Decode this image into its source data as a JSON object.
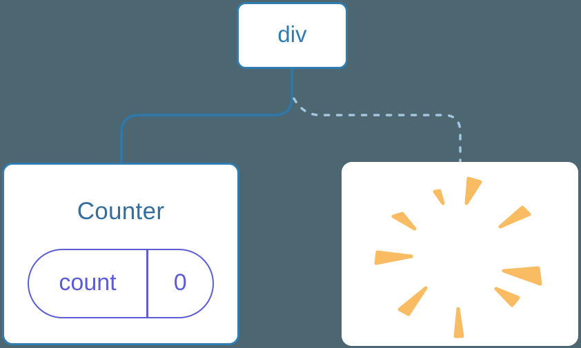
{
  "diagram": {
    "description": "React component tree diagram: div root with Counter child kept (solid link) and a removed child shown as a poof burst (dashed link)",
    "root_node": {
      "label": "div"
    },
    "counter_card": {
      "title": "Counter",
      "state_pill": {
        "key": "count",
        "value": "0"
      }
    },
    "removed_card": {
      "icon": "poof-burst-icon"
    }
  },
  "colors": {
    "page_bg": "#4C6672",
    "card_bg": "#FFFFFF",
    "node_border": "#2F7DB1",
    "node_text": "#2E7CB2",
    "counter_title": "#336E9D",
    "pill": "#5B5CD6",
    "solid_link": "#2E79AB",
    "dashed_link": "#A3C6DE",
    "poof": "#F9BC63"
  }
}
